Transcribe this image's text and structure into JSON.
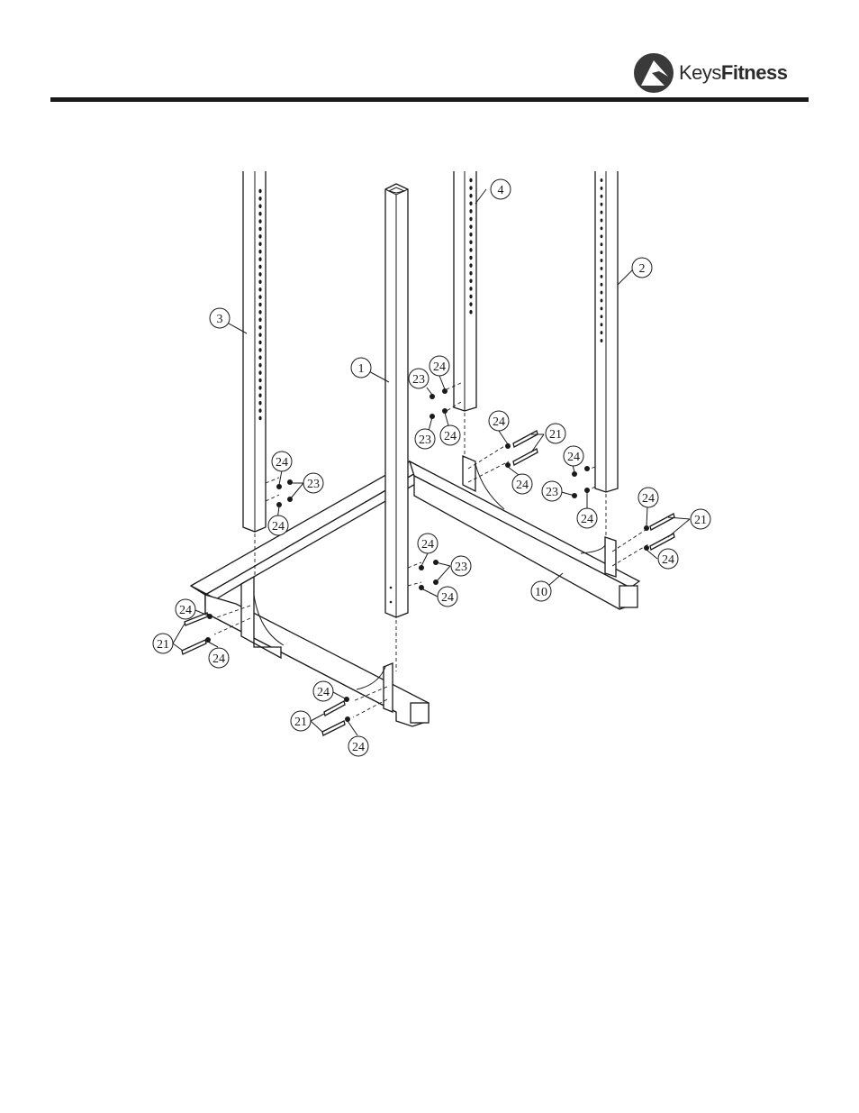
{
  "brand": {
    "logo_prefix": "Keys",
    "logo_suffix": "Fitness",
    "logo_icon": "keys-fitness-logo-mark"
  },
  "colors": {
    "ink": "#1a1a1a",
    "paper": "#ffffff"
  },
  "diagram": {
    "parts": [
      {
        "id": "upright-1",
        "label": "1"
      },
      {
        "id": "upright-2",
        "label": "2"
      },
      {
        "id": "upright-3",
        "label": "3"
      },
      {
        "id": "upright-4",
        "label": "4"
      },
      {
        "id": "base-10",
        "label": "10"
      }
    ],
    "hardware_callouts": [
      "24",
      "23",
      "23",
      "24",
      "24",
      "21",
      "24",
      "24",
      "23",
      "23",
      "24",
      "24",
      "21",
      "24",
      "24",
      "23",
      "24",
      "24",
      "23",
      "24",
      "24",
      "21",
      "24",
      "24",
      "21",
      "24"
    ]
  }
}
